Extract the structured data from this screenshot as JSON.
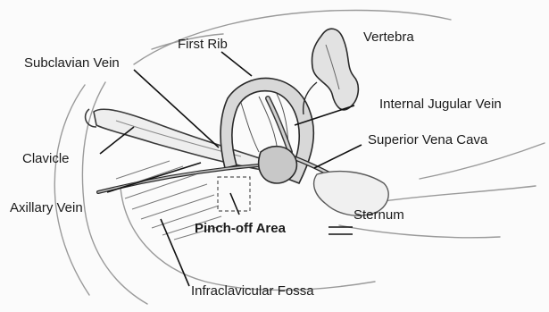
{
  "labels": {
    "first_rib": "First Rib",
    "vertebra": "Vertebra",
    "subclavian_vein": "Subclavian Vein",
    "internal_jugular_vein": "Internal Jugular Vein",
    "superior_vena_cava": "Superior Vena Cava",
    "clavicle": "Clavicle",
    "axillary_vein": "Axillary Vein",
    "sternum": "Sternum",
    "pinch_off_area": "Pinch-off Area",
    "infraclavicular_fossa": "Infraclavicular Fossa"
  }
}
